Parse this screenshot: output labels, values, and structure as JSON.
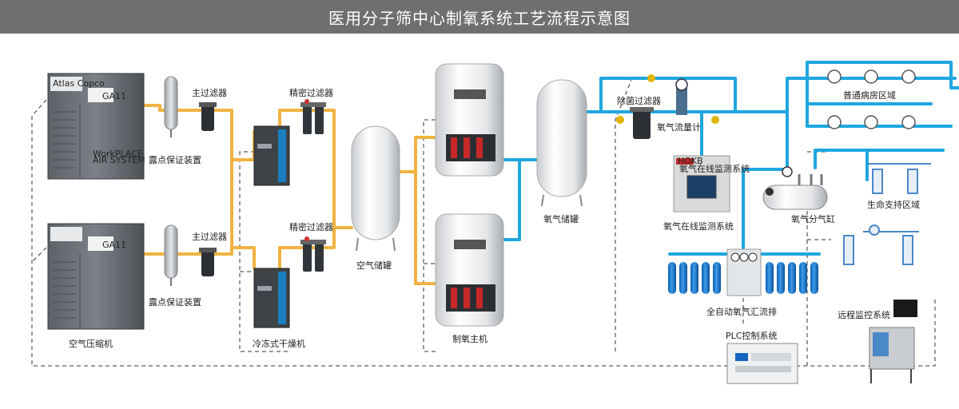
{
  "title": "医用分子筛中心制氧系统工艺流程示意图",
  "colors": {
    "title_bg": "#6f6f6f",
    "air_pipe": "#f0b341",
    "oxygen_pipe": "#1ea7df",
    "control_line": "#333333"
  },
  "labels": {
    "main_filter_1": "主过滤器",
    "main_filter_2": "主过滤器",
    "dew_point_1": "露点保证装置",
    "dew_point_2": "露点保证装置",
    "precision_filter_1": "精密过滤器",
    "precision_filter_2": "精密过滤器",
    "air_compressor": "空气压缩机",
    "refrigerated_dryer": "冷冻式干燥机",
    "air_tank": "空气储罐",
    "oxygen_generator": "制氧主机",
    "oxygen_tank": "氧气储罐",
    "sterile_filter": "除菌过滤器",
    "oxygen_flowmeter": "氧气流量计",
    "online_monitor": "氧气在线监测系统",
    "oxygen_cylinder": "氧气分气缸",
    "ward_area": "普通病房区域",
    "life_support_area": "生命支持区域",
    "manifold": "全自动氧气汇流排",
    "plc_system": "PLC控制系统",
    "remote_monitor": "远程监控系统"
  },
  "equipment_text": {
    "compressor_brand": "Atlas Copco",
    "compressor_badge_1": "GA11",
    "compressor_badge_2": "GA11",
    "compressor_model": "WorkPLACE",
    "compressor_sub": "AIR SYSTEM",
    "monitor_logo": "HOKB",
    "monitor_screen_title": "氧气在线监测系统"
  },
  "icons": {
    "ward_outlet": "oxygen-outlet-icon",
    "pendant": "medical-pendant-icon",
    "gas_cylinder": "gas-cylinder-icon"
  }
}
